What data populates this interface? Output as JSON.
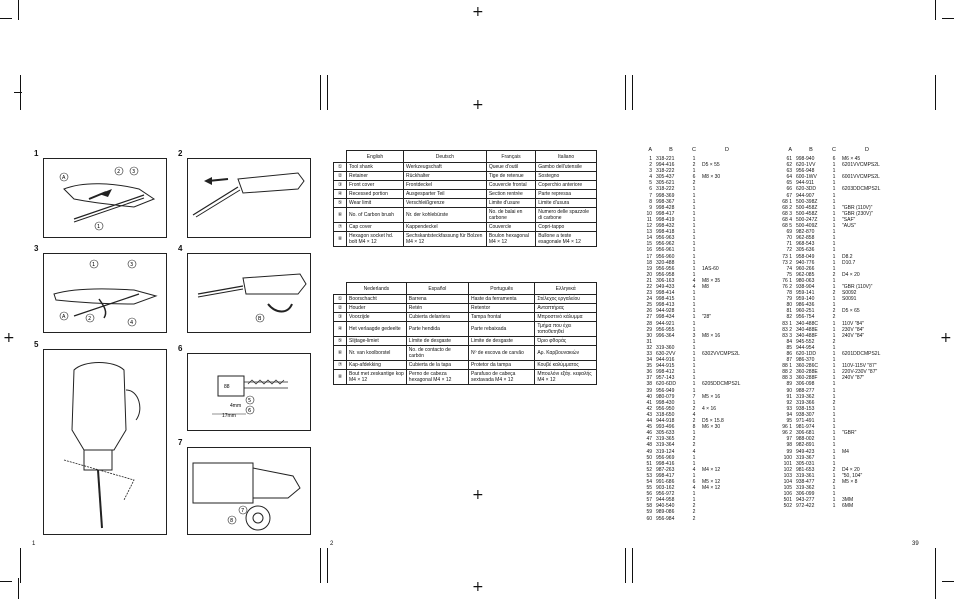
{
  "page_numbers": {
    "left": "1",
    "middle": "2",
    "right": "39"
  },
  "figures": [
    {
      "num": "1",
      "labels": [
        "②",
        "③",
        "Ⓐ",
        "①"
      ]
    },
    {
      "num": "2",
      "labels": []
    },
    {
      "num": "3",
      "labels": [
        "①",
        "③",
        "Ⓐ",
        "②",
        "④"
      ]
    },
    {
      "num": "4",
      "labels": [
        "Ⓑ"
      ]
    },
    {
      "num": "5",
      "labels": []
    },
    {
      "num": "6",
      "labels": [
        "88",
        "⑤",
        "⑥",
        "4mm",
        "17mm"
      ]
    },
    {
      "num": "7",
      "labels": [
        "⑦",
        "⑧"
      ]
    }
  ],
  "table1": {
    "headers": [
      "English",
      "Deutsch",
      "Français",
      "Italiano"
    ],
    "rows": [
      {
        "n": "①",
        "c": [
          "Tool shank",
          "Werkzeugschaft",
          "Queue d'outil",
          "Gambo dell'utensile"
        ]
      },
      {
        "n": "②",
        "c": [
          "Retainer",
          "Rückhalter",
          "Tige de retenue",
          "Sostegno"
        ]
      },
      {
        "n": "③",
        "c": [
          "Front cover",
          "Frontdeckel",
          "Couvercle frontal",
          "Coperchio anteriore"
        ]
      },
      {
        "n": "④",
        "c": [
          "Recessed portion",
          "Ausgesparter Teil",
          "Section rentrée",
          "Parte repressa"
        ]
      },
      {
        "n": "⑤",
        "c": [
          "Wear limit",
          "Verschleißgrenze",
          "Limite d'usure",
          "Limite d'usura"
        ]
      },
      {
        "n": "⑥",
        "c": [
          "No. of Carbon brush",
          "Nr. der kohlebürste",
          "No. de balai en carbone",
          "Numero delle spazzole di carbone"
        ]
      },
      {
        "n": "⑦",
        "c": [
          "Cap cover",
          "Kappendeckel",
          "Couvercle",
          "Copri-tappo"
        ]
      },
      {
        "n": "⑧",
        "c": [
          "Hexagon socket hd. bolt M4 × 12",
          "Sechskantsteckfassung für Bolzen M4 × 12",
          "Boulon hexagonal M4 × 12",
          "Bullone a teste esagonale M4 × 12"
        ]
      }
    ]
  },
  "table2": {
    "headers": [
      "Nederlands",
      "Español",
      "Português",
      "Ελληνικά"
    ],
    "rows": [
      {
        "n": "①",
        "c": [
          "Boorschacht",
          "Barrena",
          "Haste da ferramenta",
          "Στέλεχος εργαλείου"
        ]
      },
      {
        "n": "②",
        "c": [
          "Houder",
          "Retén",
          "Retentor",
          "Ανταπτήρας"
        ]
      },
      {
        "n": "③",
        "c": [
          "Voorzijde",
          "Cubierta delantera",
          "Tampa frontal",
          "Μπροστινό κάλυμμα"
        ]
      },
      {
        "n": "④",
        "c": [
          "Het verlaagde gedeelte",
          "Parte hendida",
          "Parte rebaixada",
          "Τμήμα που έχει τοποθετηθεί"
        ]
      },
      {
        "n": "⑤",
        "c": [
          "Slijtage-limiet",
          "Límite de desgaste",
          "Limite de desgaste",
          "Όριο φθοράς"
        ]
      },
      {
        "n": "⑥",
        "c": [
          "Nr. van koolborstel",
          "No. de contacto de carbón",
          "Nº de escova de carvão",
          "Αρ. Καρβουνακιών"
        ]
      },
      {
        "n": "⑦",
        "c": [
          "Kap-afdekking",
          "Cubierta de la tapa",
          "Protetor da tampa",
          "Κουβέ καλύμματος"
        ]
      },
      {
        "n": "⑧",
        "c": [
          "Bout met zeskantige kop M4 × 12",
          "Perno de cabeza hexagonal M4 × 12",
          "Parafuso de cabeça sextavada M4 × 12",
          "Μπουλόνι εξάγ. κεφαλής Μ4 × 12"
        ]
      }
    ]
  },
  "parts_headers": [
    "A",
    "B",
    "C",
    "D"
  ],
  "parts_left": [
    [
      "1",
      "318-221",
      "1",
      ""
    ],
    [
      "2",
      "994-416",
      "2",
      "D5 × 55"
    ],
    [
      "3",
      "318-222",
      "1",
      ""
    ],
    [
      "4",
      "305-437",
      "6",
      "M8 × 30"
    ],
    [
      "5",
      "305-621",
      "2",
      ""
    ],
    [
      "6",
      "318-222",
      "1",
      ""
    ],
    [
      "7",
      "998-369",
      "1",
      ""
    ],
    [
      "8",
      "998-367",
      "1",
      ""
    ],
    [
      "9",
      "998-428",
      "1",
      ""
    ],
    [
      "10",
      "998-417",
      "1",
      ""
    ],
    [
      "11",
      "998-419",
      "1",
      ""
    ],
    [
      "12",
      "998-432",
      "1",
      ""
    ],
    [
      "13",
      "998-418",
      "1",
      ""
    ],
    [
      "14",
      "956-963",
      "1",
      ""
    ],
    [
      "15",
      "956-962",
      "1",
      ""
    ],
    [
      "16",
      "956-961",
      "1",
      ""
    ],
    [
      "17",
      "956-960",
      "1",
      ""
    ],
    [
      "18",
      "320-488",
      "1",
      ""
    ],
    [
      "19",
      "956-956",
      "1",
      "1AS-60"
    ],
    [
      "20",
      "956-958",
      "1",
      ""
    ],
    [
      "21",
      "306-163",
      "4",
      "M8 × 35"
    ],
    [
      "22",
      "949-433",
      "4",
      "M8"
    ],
    [
      "23",
      "998-414",
      "1",
      ""
    ],
    [
      "24",
      "998-415",
      "1",
      ""
    ],
    [
      "25",
      "998-413",
      "1",
      ""
    ],
    [
      "26",
      "944-928",
      "1",
      ""
    ],
    [
      "27",
      "998-434",
      "1",
      "\"28\""
    ],
    [
      "28",
      "944-921",
      "1",
      ""
    ],
    [
      "29",
      "956-955",
      "1",
      ""
    ],
    [
      "30",
      "996-364",
      "3",
      "M8 × 16"
    ],
    [
      "31",
      "",
      "1",
      ""
    ],
    [
      "32",
      "319-360",
      "1",
      ""
    ],
    [
      "33",
      "630-2VV",
      "1",
      "6302VVCMPS2L"
    ],
    [
      "34",
      "944-916",
      "1",
      ""
    ],
    [
      "35",
      "944-915",
      "1",
      ""
    ],
    [
      "36",
      "998-412",
      "1",
      ""
    ],
    [
      "37",
      "957-143",
      "1",
      ""
    ],
    [
      "38",
      "620-6DD",
      "1",
      "6205DDCMPS2L"
    ],
    [
      "39",
      "956-949",
      "1",
      ""
    ],
    [
      "40",
      "980-079",
      "7",
      "M5 × 16"
    ],
    [
      "41",
      "998-430",
      "1",
      ""
    ],
    [
      "42",
      "956-950",
      "2",
      "4 × 16"
    ],
    [
      "43",
      "318-650",
      "4",
      ""
    ],
    [
      "44",
      "944-918",
      "2",
      "D5 × 15.8"
    ],
    [
      "45",
      "993-496",
      "8",
      "M6 × 30"
    ],
    [
      "46",
      "305-633",
      "1",
      ""
    ],
    [
      "47",
      "319-365",
      "2",
      ""
    ],
    [
      "48",
      "319-364",
      "2",
      ""
    ],
    [
      "49",
      "319-124",
      "4",
      ""
    ],
    [
      "50",
      "956-969",
      "1",
      ""
    ],
    [
      "51",
      "998-416",
      "1",
      ""
    ],
    [
      "52",
      "987-263",
      "4",
      "M4 × 12"
    ],
    [
      "53",
      "998-417",
      "1",
      ""
    ],
    [
      "54",
      "991-686",
      "6",
      "M5 × 12"
    ],
    [
      "55",
      "903-162",
      "4",
      "M4 × 12"
    ],
    [
      "56",
      "956-972",
      "1",
      ""
    ],
    [
      "57",
      "944-958",
      "1",
      ""
    ],
    [
      "58",
      "940-540",
      "2",
      ""
    ],
    [
      "59",
      "989-086",
      "2",
      ""
    ],
    [
      "60",
      "956-984",
      "2",
      ""
    ]
  ],
  "parts_right": [
    [
      "61",
      "998-940",
      "6",
      "M6 × 45"
    ],
    [
      "62",
      "620-1VV",
      "1",
      "6201VVCMPS2L"
    ],
    [
      "63",
      "956-948",
      "1",
      ""
    ],
    [
      "64",
      "600-1WV",
      "1",
      "6001VVCMPS2L"
    ],
    [
      "65",
      "944-911",
      "1",
      ""
    ],
    [
      "66",
      "620-3DD",
      "1",
      "6203DDCMPS2L"
    ],
    [
      "67",
      "944-907",
      "1",
      ""
    ],
    [
      "68 1",
      "500-398Z",
      "1",
      ""
    ],
    [
      "68 2",
      "500-458Z",
      "1",
      "\"GBR (110V)\""
    ],
    [
      "68 3",
      "500-458Z",
      "1",
      "\"GBR (230V)\""
    ],
    [
      "68 4",
      "500-247Z",
      "1",
      "\"SAF\""
    ],
    [
      "68 5",
      "500-409Z",
      "1",
      "\"AUS\""
    ],
    [
      "69",
      "982-870",
      "1",
      ""
    ],
    [
      "70",
      "962-858",
      "1",
      ""
    ],
    [
      "71",
      "968-543",
      "1",
      ""
    ],
    [
      "72",
      "305-636",
      "1",
      ""
    ],
    [
      "73 1",
      "958-049",
      "1",
      "D8.2"
    ],
    [
      "73 2",
      "940-776",
      "1",
      "D10.7"
    ],
    [
      "74",
      "960-266",
      "1",
      ""
    ],
    [
      "75",
      "962-085",
      "2",
      "D4 × 20"
    ],
    [
      "76 1",
      "980-063",
      "1",
      ""
    ],
    [
      "76 2",
      "938-904",
      "1",
      "\"GBR (110V)\""
    ],
    [
      "78",
      "959-141",
      "2",
      "S0092"
    ],
    [
      "79",
      "959-140",
      "1",
      "S0091"
    ],
    [
      "80",
      "986-436",
      "1",
      ""
    ],
    [
      "81",
      "960-251",
      "2",
      "D5 × 65"
    ],
    [
      "82",
      "956-754",
      "2",
      ""
    ],
    [
      "83 1",
      "340-488C",
      "1",
      "110V \"84\""
    ],
    [
      "83 2",
      "340-488E",
      "1",
      "230V \"84\""
    ],
    [
      "83 3",
      "340-488F",
      "1",
      "240V \"84\""
    ],
    [
      "84",
      "945-552",
      "2",
      ""
    ],
    [
      "85",
      "944-954",
      "1",
      ""
    ],
    [
      "86",
      "620-1DD",
      "1",
      "6201DDCMPS2L"
    ],
    [
      "87",
      "986-370",
      "1",
      ""
    ],
    [
      "88 1",
      "360-286C",
      "1",
      "110V-115V \"87\""
    ],
    [
      "88 2",
      "360-288E",
      "1",
      "220V-230V \"87\""
    ],
    [
      "88 3",
      "360-288F",
      "1",
      "240V \"87\""
    ],
    [
      "89",
      "306-098",
      "1",
      ""
    ],
    [
      "90",
      "988-277",
      "1",
      ""
    ],
    [
      "91",
      "319-362",
      "1",
      ""
    ],
    [
      "92",
      "319-366",
      "2",
      ""
    ],
    [
      "93",
      "938-153",
      "1",
      ""
    ],
    [
      "94",
      "938-307",
      "1",
      ""
    ],
    [
      "95",
      "971-491",
      "1",
      ""
    ],
    [
      "96 1",
      "981-974",
      "1",
      ""
    ],
    [
      "96 2",
      "306-681",
      "1",
      "\"GBR\""
    ],
    [
      "97",
      "988-002",
      "1",
      ""
    ],
    [
      "98",
      "982-891",
      "1",
      ""
    ],
    [
      "99",
      "949-423",
      "1",
      "M4"
    ],
    [
      "100",
      "319-367",
      "1",
      ""
    ],
    [
      "101",
      "305-031",
      "1",
      ""
    ],
    [
      "102",
      "981-653",
      "2",
      "D4 × 20"
    ],
    [
      "103",
      "319-361",
      "1",
      "\"50, 104\""
    ],
    [
      "104",
      "938-477",
      "2",
      "M5 × 8"
    ],
    [
      "105",
      "319-362",
      "1",
      ""
    ],
    [
      "106",
      "306-099",
      "1",
      ""
    ],
    [
      "501",
      "943-277",
      "1",
      "3MM"
    ],
    [
      "502",
      "972-422",
      "1",
      "6MM"
    ]
  ],
  "colors": {
    "ink": "#111111",
    "paper": "#ffffff"
  }
}
